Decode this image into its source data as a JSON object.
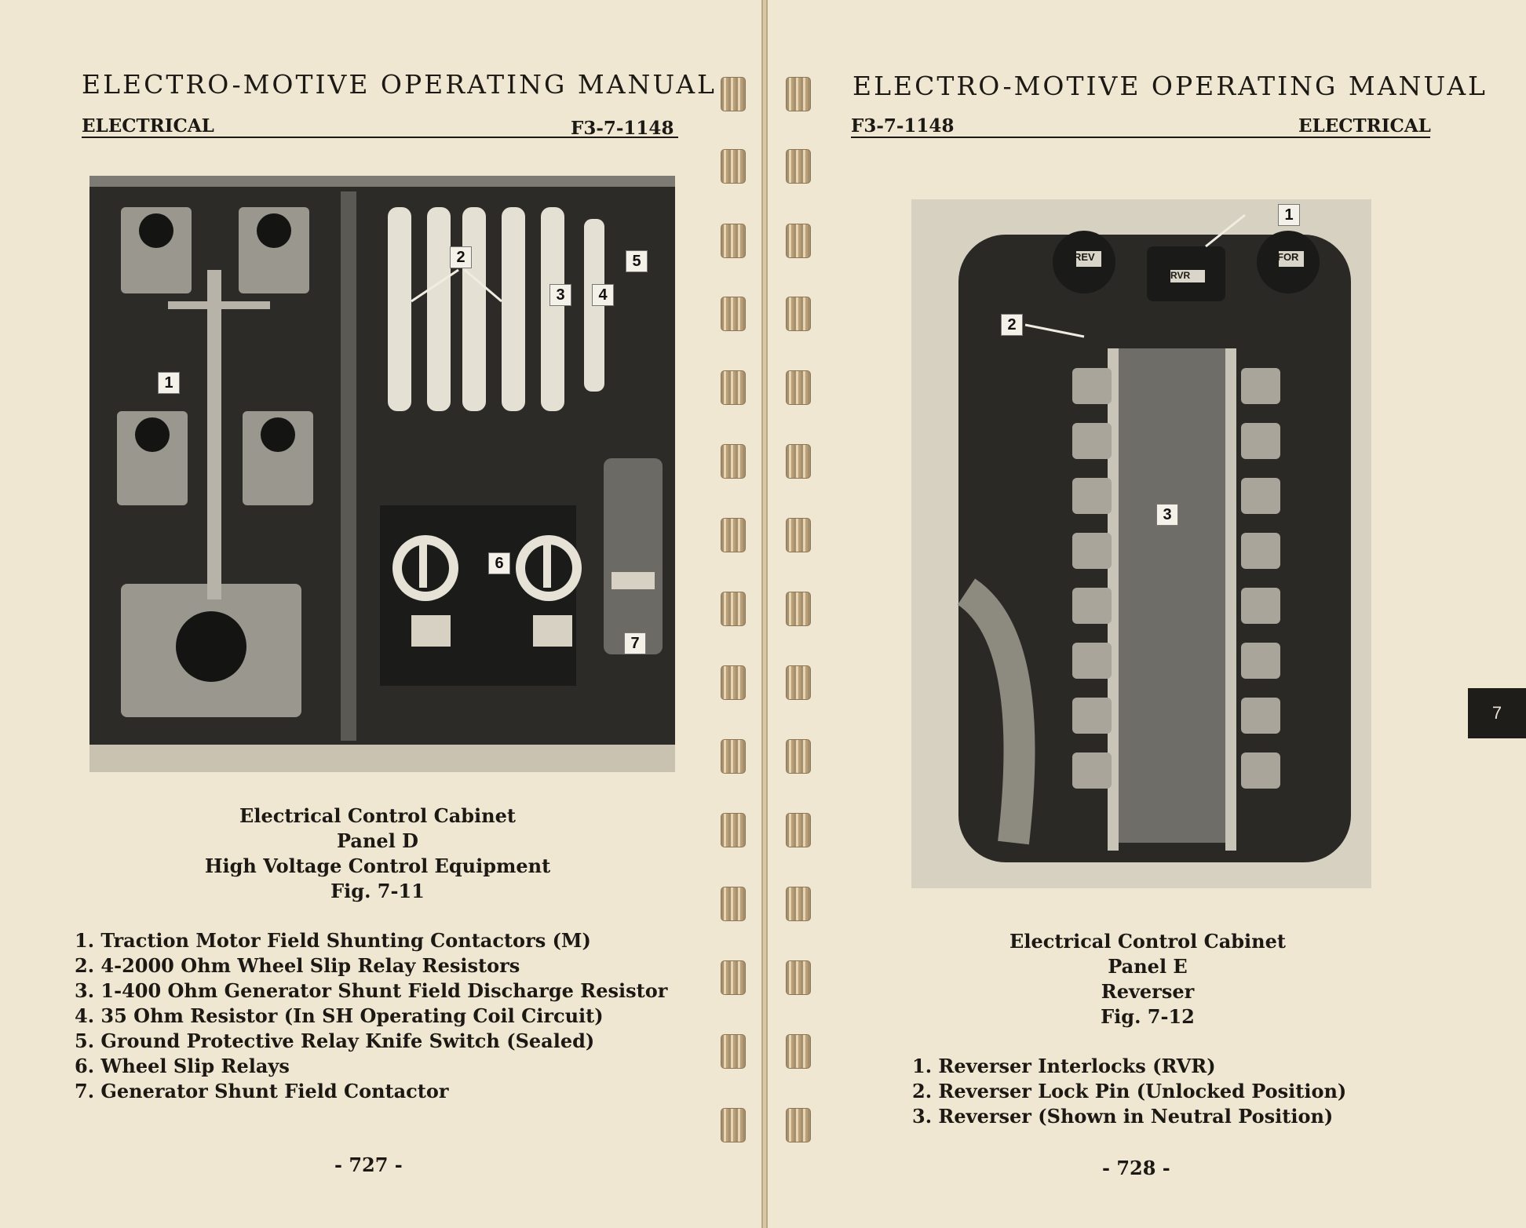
{
  "left_page": {
    "header": {
      "title": "ELECTRO-MOTIVE OPERATING MANUAL",
      "left": "ELECTRICAL",
      "right": "F3-7-1148"
    },
    "photo_callouts": [
      "1",
      "2",
      "3",
      "4",
      "5",
      "6",
      "7"
    ],
    "caption": [
      "Electrical Control Cabinet",
      "Panel D",
      "High Voltage Control Equipment",
      "Fig. 7-11"
    ],
    "items": [
      "1. Traction Motor Field Shunting Contactors (M)",
      "2. 4-2000 Ohm Wheel Slip Relay Resistors",
      "3. 1-400 Ohm Generator Shunt Field Discharge Resistor",
      "4. 35 Ohm Resistor (In SH Operating Coil Circuit)",
      "5. Ground Protective Relay Knife Switch (Sealed)",
      "6. Wheel Slip Relays",
      "7. Generator Shunt Field Contactor"
    ],
    "page_number": "- 727 -"
  },
  "right_page": {
    "header": {
      "title": "ELECTRO-MOTIVE OPERATING MANUAL",
      "left": "F3-7-1148",
      "right": "ELECTRICAL"
    },
    "photo_callouts": [
      "1",
      "2",
      "3"
    ],
    "photo_labels": [
      "REV",
      "RVR",
      "FOR"
    ],
    "caption": [
      "Electrical Control Cabinet",
      "Panel E",
      "Reverser",
      "Fig. 7-12"
    ],
    "items": [
      "1. Reverser Interlocks (RVR)",
      "2. Reverser Lock Pin (Unlocked Position)",
      "3. Reverser (Shown in Neutral Position)"
    ],
    "page_number": "- 728 -"
  },
  "chapter_tab": "7",
  "colors": {
    "paper": "#efe7d2",
    "ink": "#1c1914",
    "photo_dark": "#2a2926"
  }
}
